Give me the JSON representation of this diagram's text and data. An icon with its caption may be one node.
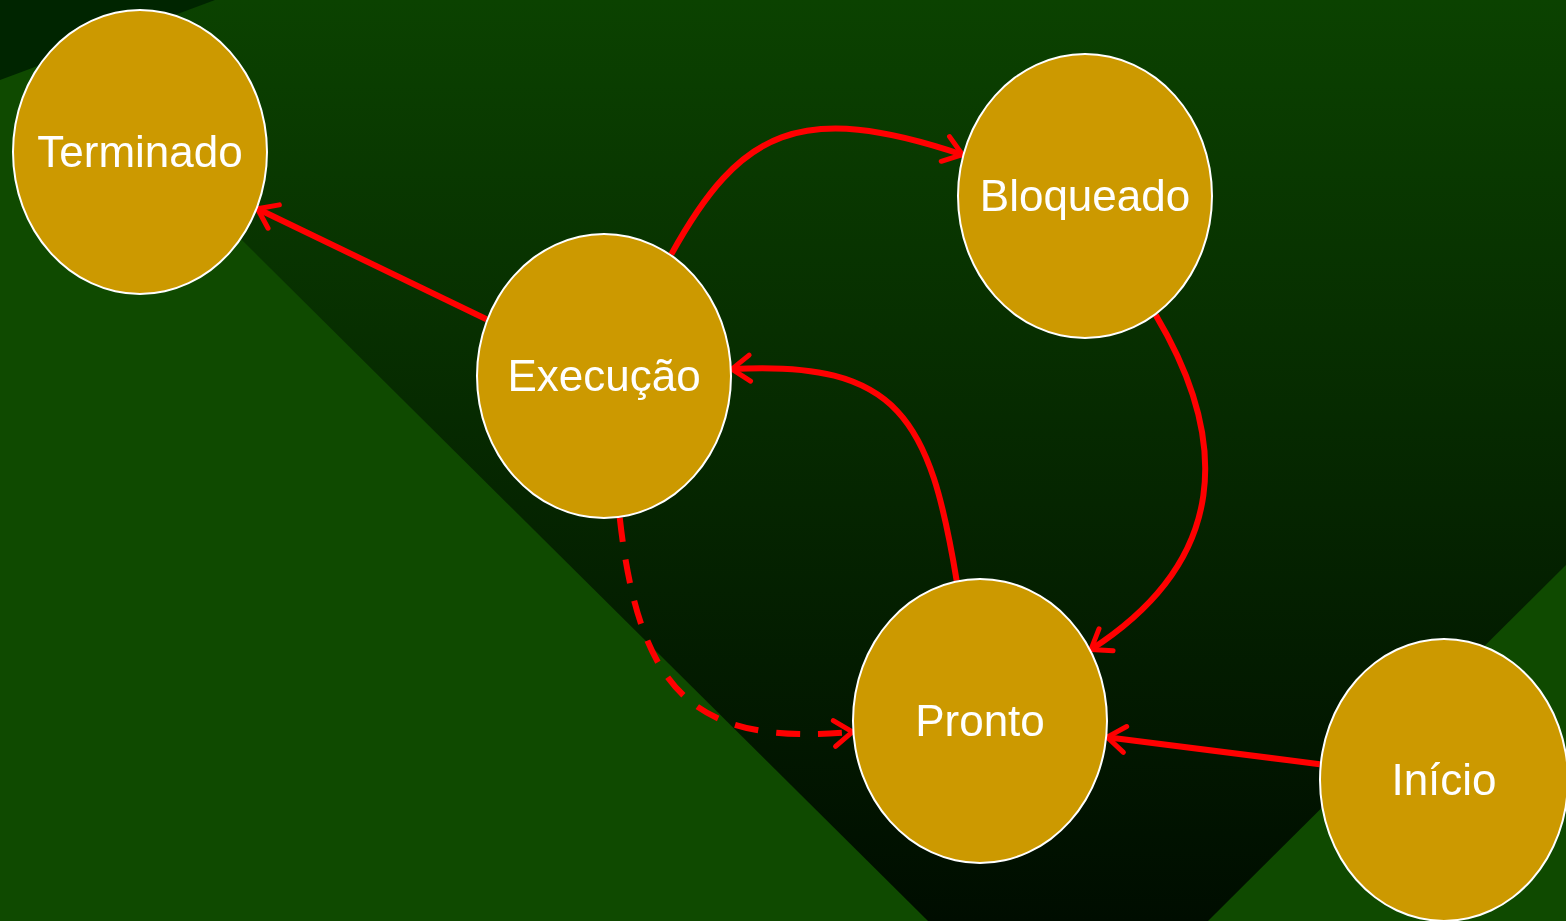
{
  "diagram": {
    "nodes": [
      {
        "text": [
          "Terminado"
        ]
      },
      {
        "text": [
          "Bloqueado"
        ]
      },
      {
        "text": [
          "Execução"
        ]
      },
      {
        "text": [
          "Pronto"
        ]
      },
      {
        "text": [
          "Início"
        ]
      }
    ],
    "edges": [
      {
        "from": 2,
        "to": 0,
        "arrow": "to"
      },
      {
        "from": 2,
        "to": 1,
        "arrow": "to"
      },
      {
        "from": 1,
        "to": 3,
        "arrow": "to"
      },
      {
        "from": 3,
        "to": 2,
        "arrow": "to"
      },
      {
        "from": 2,
        "to": 3,
        "arrow": "to",
        "style": "dashed"
      },
      {
        "from": 4,
        "to": 3,
        "arrow": "to"
      }
    ]
  }
}
